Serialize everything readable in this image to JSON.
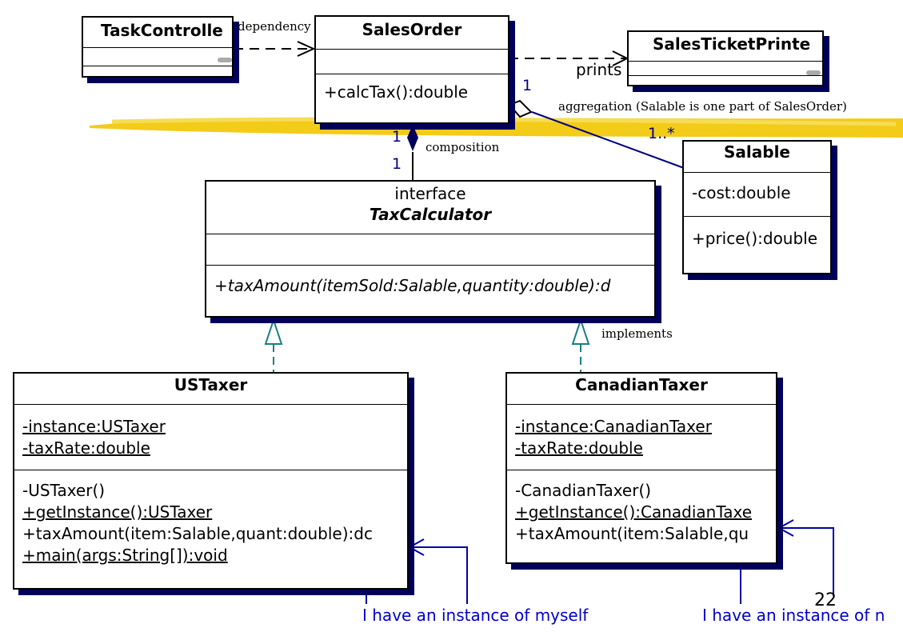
{
  "classes": {
    "task_controller": {
      "name": "TaskControlle"
    },
    "sales_order": {
      "name": "SalesOrder",
      "op": "+calcTax():double"
    },
    "sales_ticket_printer": {
      "name": "SalesTicketPrinte"
    },
    "salable": {
      "name": "Salable",
      "attr": "-cost:double",
      "op": "+price():double"
    },
    "tax_calculator": {
      "stereotype": "interface",
      "name": "TaxCalculator",
      "op": "+taxAmount(itemSold:Salable,quantity:double):d"
    },
    "us_taxer": {
      "name": "USTaxer",
      "attrs": [
        "-instance:USTaxer",
        "-taxRate:double"
      ],
      "ops": [
        "-USTaxer()",
        "+getInstance():USTaxer",
        "+taxAmount(item:Salable,quant:double):dc",
        "+main(args:String[]):void"
      ]
    },
    "canadian_taxer": {
      "name": "CanadianTaxer",
      "attrs": [
        "-instance:CanadianTaxer",
        "-taxRate:double"
      ],
      "ops": [
        "-CanadianTaxer()",
        "+getInstance():CanadianTaxe",
        "+taxAmount(item:Salable,qu"
      ]
    }
  },
  "labels": {
    "dependency": "dependency",
    "prints": "prints",
    "aggregation": "aggregation (Salable is one part of SalesOrder)",
    "composition": "composition",
    "implements": "implements",
    "mult_one_a": "1",
    "mult_one_b": "1",
    "mult_one_c": "1",
    "mult_many": "1..*",
    "note_us": "I have an instance of myself",
    "note_ca": "I have an instance of n",
    "page_number": "22"
  },
  "colors": {
    "highlight": "#f2c500",
    "shadow": "#00005a",
    "assoc": "#000080",
    "realize": "#1a8080",
    "note": "#0000cc"
  }
}
